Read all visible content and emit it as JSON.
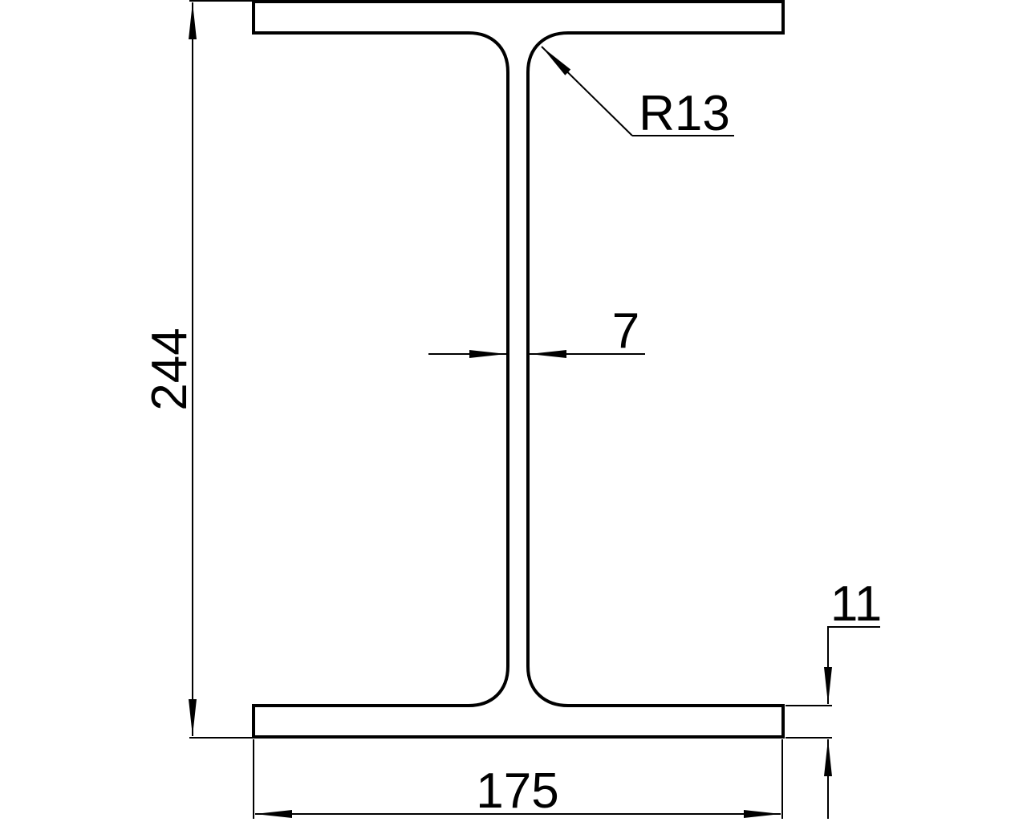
{
  "drawing": {
    "type": "I-beam cross-section",
    "line_color": "#000000",
    "background": "#ffffff",
    "units": "mm"
  },
  "dimensions": {
    "height": {
      "label": "244",
      "value": 244,
      "orientation": "vertical"
    },
    "flange_width": {
      "label": "175",
      "value": 175,
      "orientation": "horizontal"
    },
    "web_thickness": {
      "label": "7",
      "value": 7,
      "orientation": "horizontal"
    },
    "flange_thickness": {
      "label": "11",
      "value": 11,
      "orientation": "vertical"
    },
    "root_radius": {
      "label": "R13",
      "value": 13,
      "orientation": "leader"
    }
  }
}
